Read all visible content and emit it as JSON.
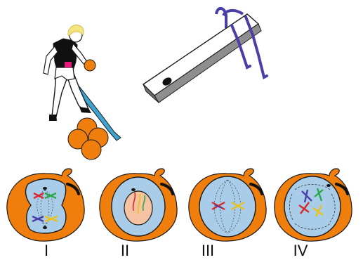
{
  "labels": [
    "I",
    "II",
    "III",
    "IV"
  ],
  "colors": {
    "orange": "#F07E0C",
    "cell_fill": "#A9CDE8",
    "plank_gray": "#8E8E8E",
    "strap_purple": "#4A3FA8",
    "ribbon_blue": "#3FA3CF",
    "hair_blond": "#F4E47E",
    "shirt_black": "#111111"
  }
}
